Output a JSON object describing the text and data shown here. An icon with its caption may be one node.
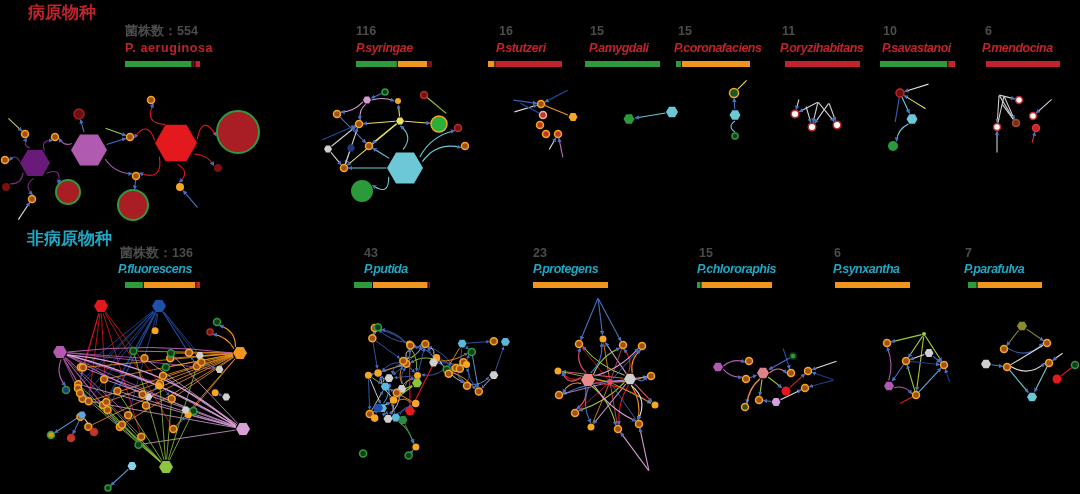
{
  "diagram": {
    "labels": [
      "病原物种",
      "菌株数：554",
      "P. aeruginosa",
      "116",
      "P.syringae",
      "16",
      "P.stutzeri",
      "15",
      "P.amygdali",
      "15",
      "P.coronafaciens",
      "11",
      "P.oryzihabitans",
      "10",
      "P.savastanoi",
      "6",
      "P.mendocina",
      "非病原物种",
      "菌株数：136",
      "P.fluorescens",
      "43",
      "P.putida",
      "23",
      "P.protegens",
      "15",
      "P.chlororaphis",
      "6",
      "P.synxantha",
      "7",
      "P.parafulva"
    ]
  }
}
